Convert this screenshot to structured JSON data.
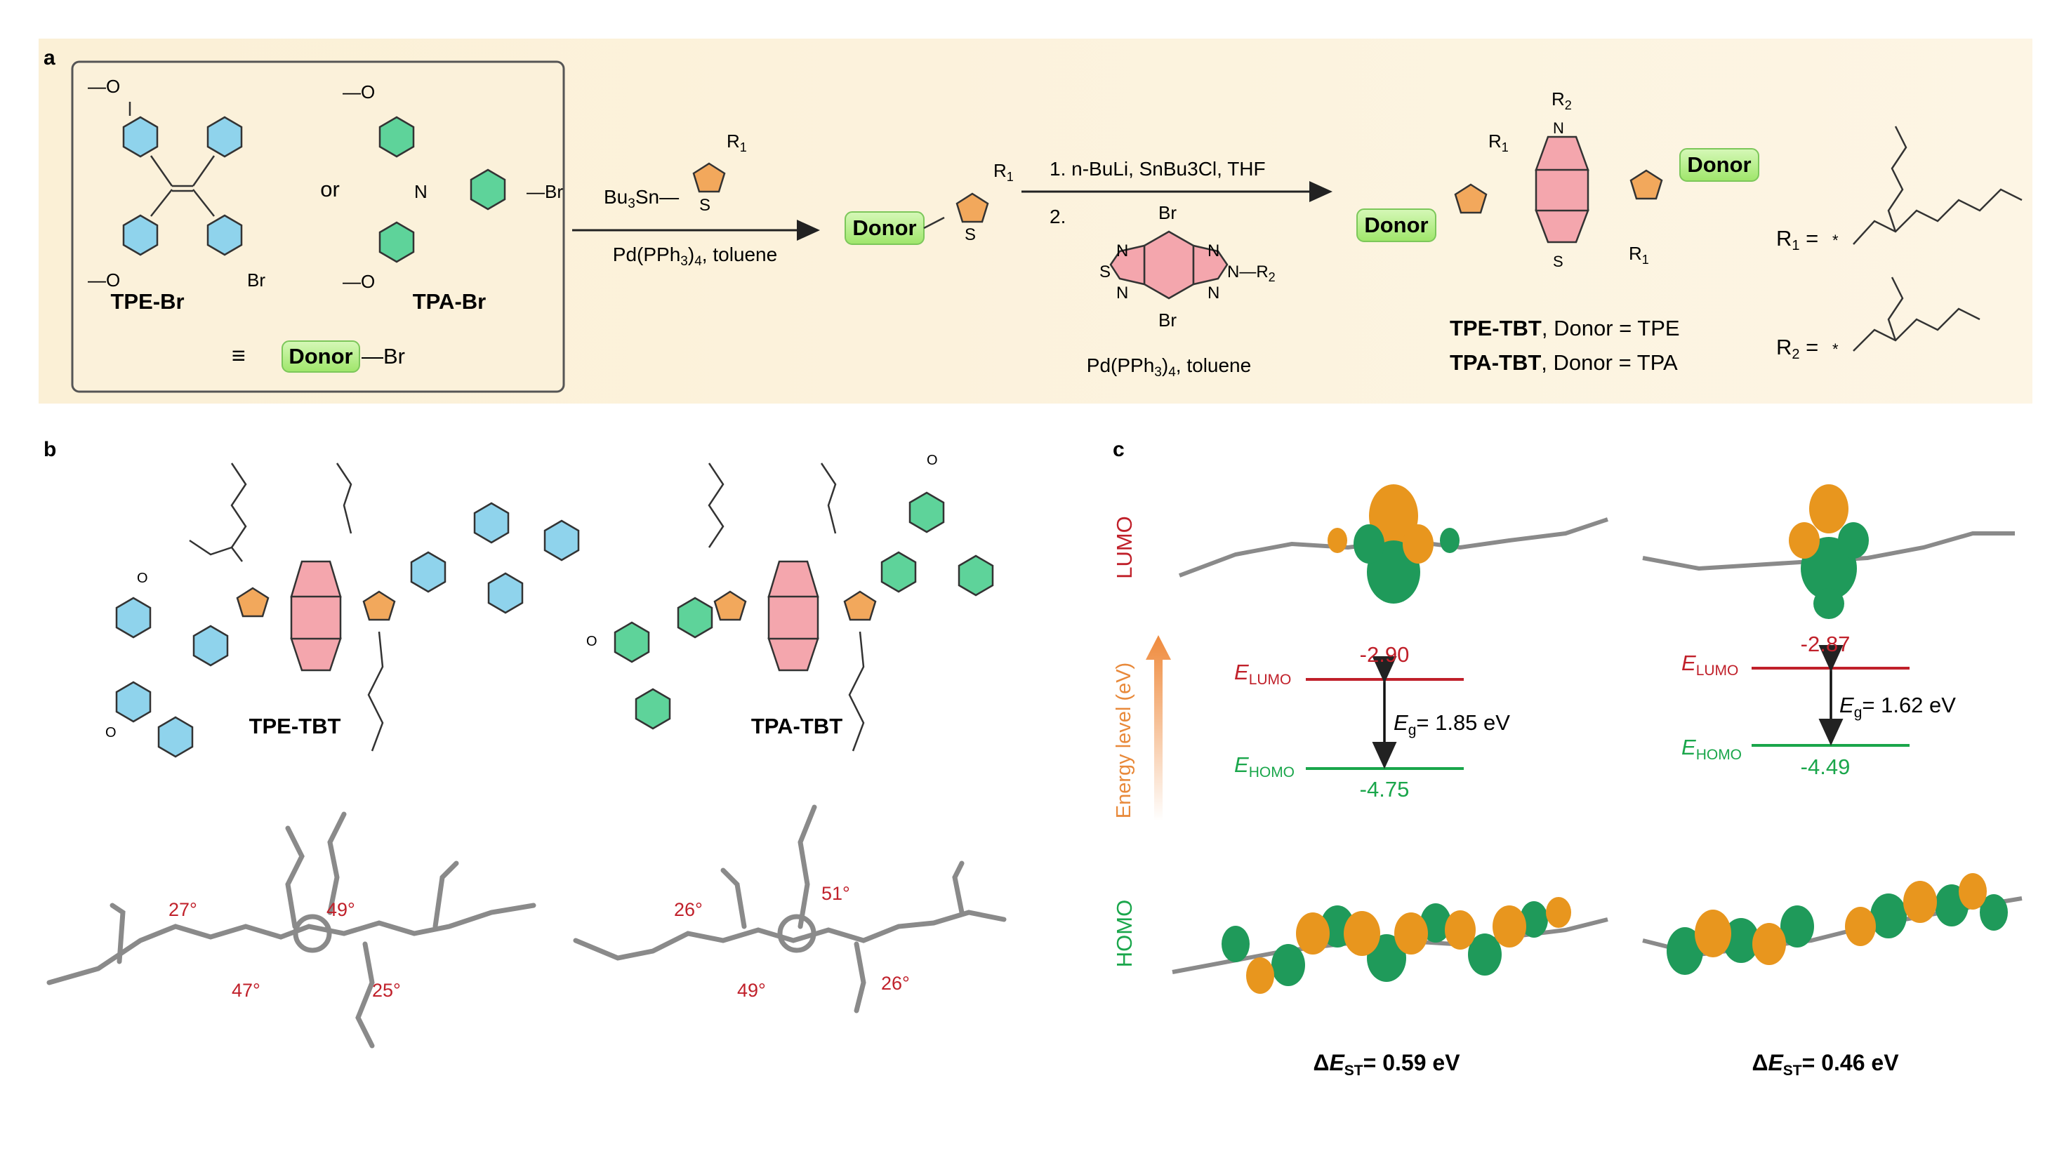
{
  "panels": {
    "a": "a",
    "b": "b",
    "c": "c"
  },
  "scheme": {
    "tpe_br": "TPE-Br",
    "tpa_br": "TPA-Br",
    "or": "or",
    "donor": "Donor",
    "br": "Br",
    "equiv": "≡",
    "step1_top": "Bu3Sn",
    "step1_bottom": "Pd(PPh3)4, toluene",
    "step2_line1": "1. n-BuLi, SnBu3Cl, THF",
    "step2_line2": "2.",
    "step2_bottom": "Pd(PPh3)4, toluene",
    "r1": "R1",
    "r2": "R2",
    "product1": "TPE-TBT",
    "product1_suffix": ", Donor = TPE",
    "product2": "TPA-TBT",
    "product2_suffix": ", Donor = TPA",
    "r1_def": "R1 =",
    "r2_def": "R2 =",
    "star": "*"
  },
  "panel_b": {
    "mol1": "TPE-TBT",
    "mol2": "TPA-TBT",
    "angles_tpe": [
      "27°",
      "49°",
      "47°",
      "25°"
    ],
    "angles_tpa": [
      "26°",
      "51°",
      "49°",
      "26°"
    ]
  },
  "panel_c": {
    "lumo_label": "LUMO",
    "homo_label": "HOMO",
    "axis_label": "Energy level (eV)",
    "tpe": {
      "lumo": "-2.90",
      "homo": "-4.75",
      "gap": "= 1.85 eV",
      "dest": "= 0.59 eV"
    },
    "tpa": {
      "lumo": "-2.87",
      "homo": "-4.49",
      "gap": "= 1.62 eV",
      "dest": "= 0.46 eV"
    },
    "e_symbol": "E",
    "lumo_sub": "LUMO",
    "homo_sub": "HOMO",
    "g_sub": "g",
    "delta": "Δ",
    "st_sub": "ST"
  },
  "colors": {
    "accent_red": "#c0202a",
    "accent_green": "#1aa64b",
    "donor_green": "#b8f08c",
    "tbt_pink": "#f4a6ad",
    "thiophene_orange": "#f2a85c",
    "phenyl_blue": "#8fd3ec",
    "phenyl_green": "#5ed39a",
    "orbital_green": "#1f9a5a",
    "orbital_orange": "#e8961e"
  }
}
